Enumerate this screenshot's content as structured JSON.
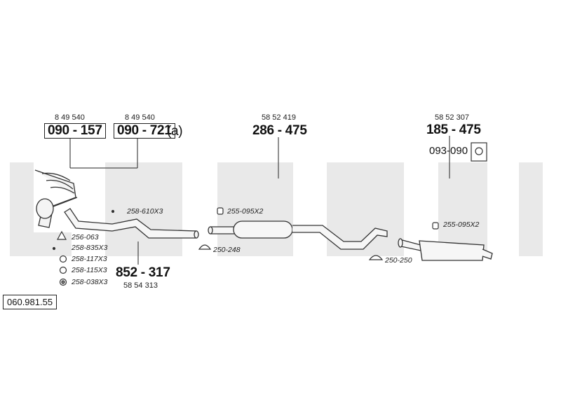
{
  "diagram_number": "060.981.55",
  "watermark_color": "#e9e9e9",
  "parts": {
    "manifold_1": {
      "ref": "8 49 540",
      "number": "090 - 157"
    },
    "manifold_2": {
      "ref": "8 49 540",
      "number": "090 - 721",
      "suffix": "(a)"
    },
    "front_pipe": {
      "number": "852 - 317",
      "ref": "58 54 313"
    },
    "middle_silencer": {
      "ref": "58 52 419",
      "number": "286 - 475"
    },
    "rear_silencer": {
      "ref": "58 52 307",
      "number": "185 - 475"
    },
    "rubber_mount": {
      "number": "093-090"
    }
  },
  "fittings": {
    "f1": "258-610X3",
    "f2": "256-063",
    "f3": "258-835X3",
    "f4": "258-117X3",
    "f5": "258-115X3",
    "f6": "258-038X3",
    "f7": "255-095X2",
    "f8": "250-248",
    "f9": "250-250",
    "f10": "255-095X2"
  }
}
